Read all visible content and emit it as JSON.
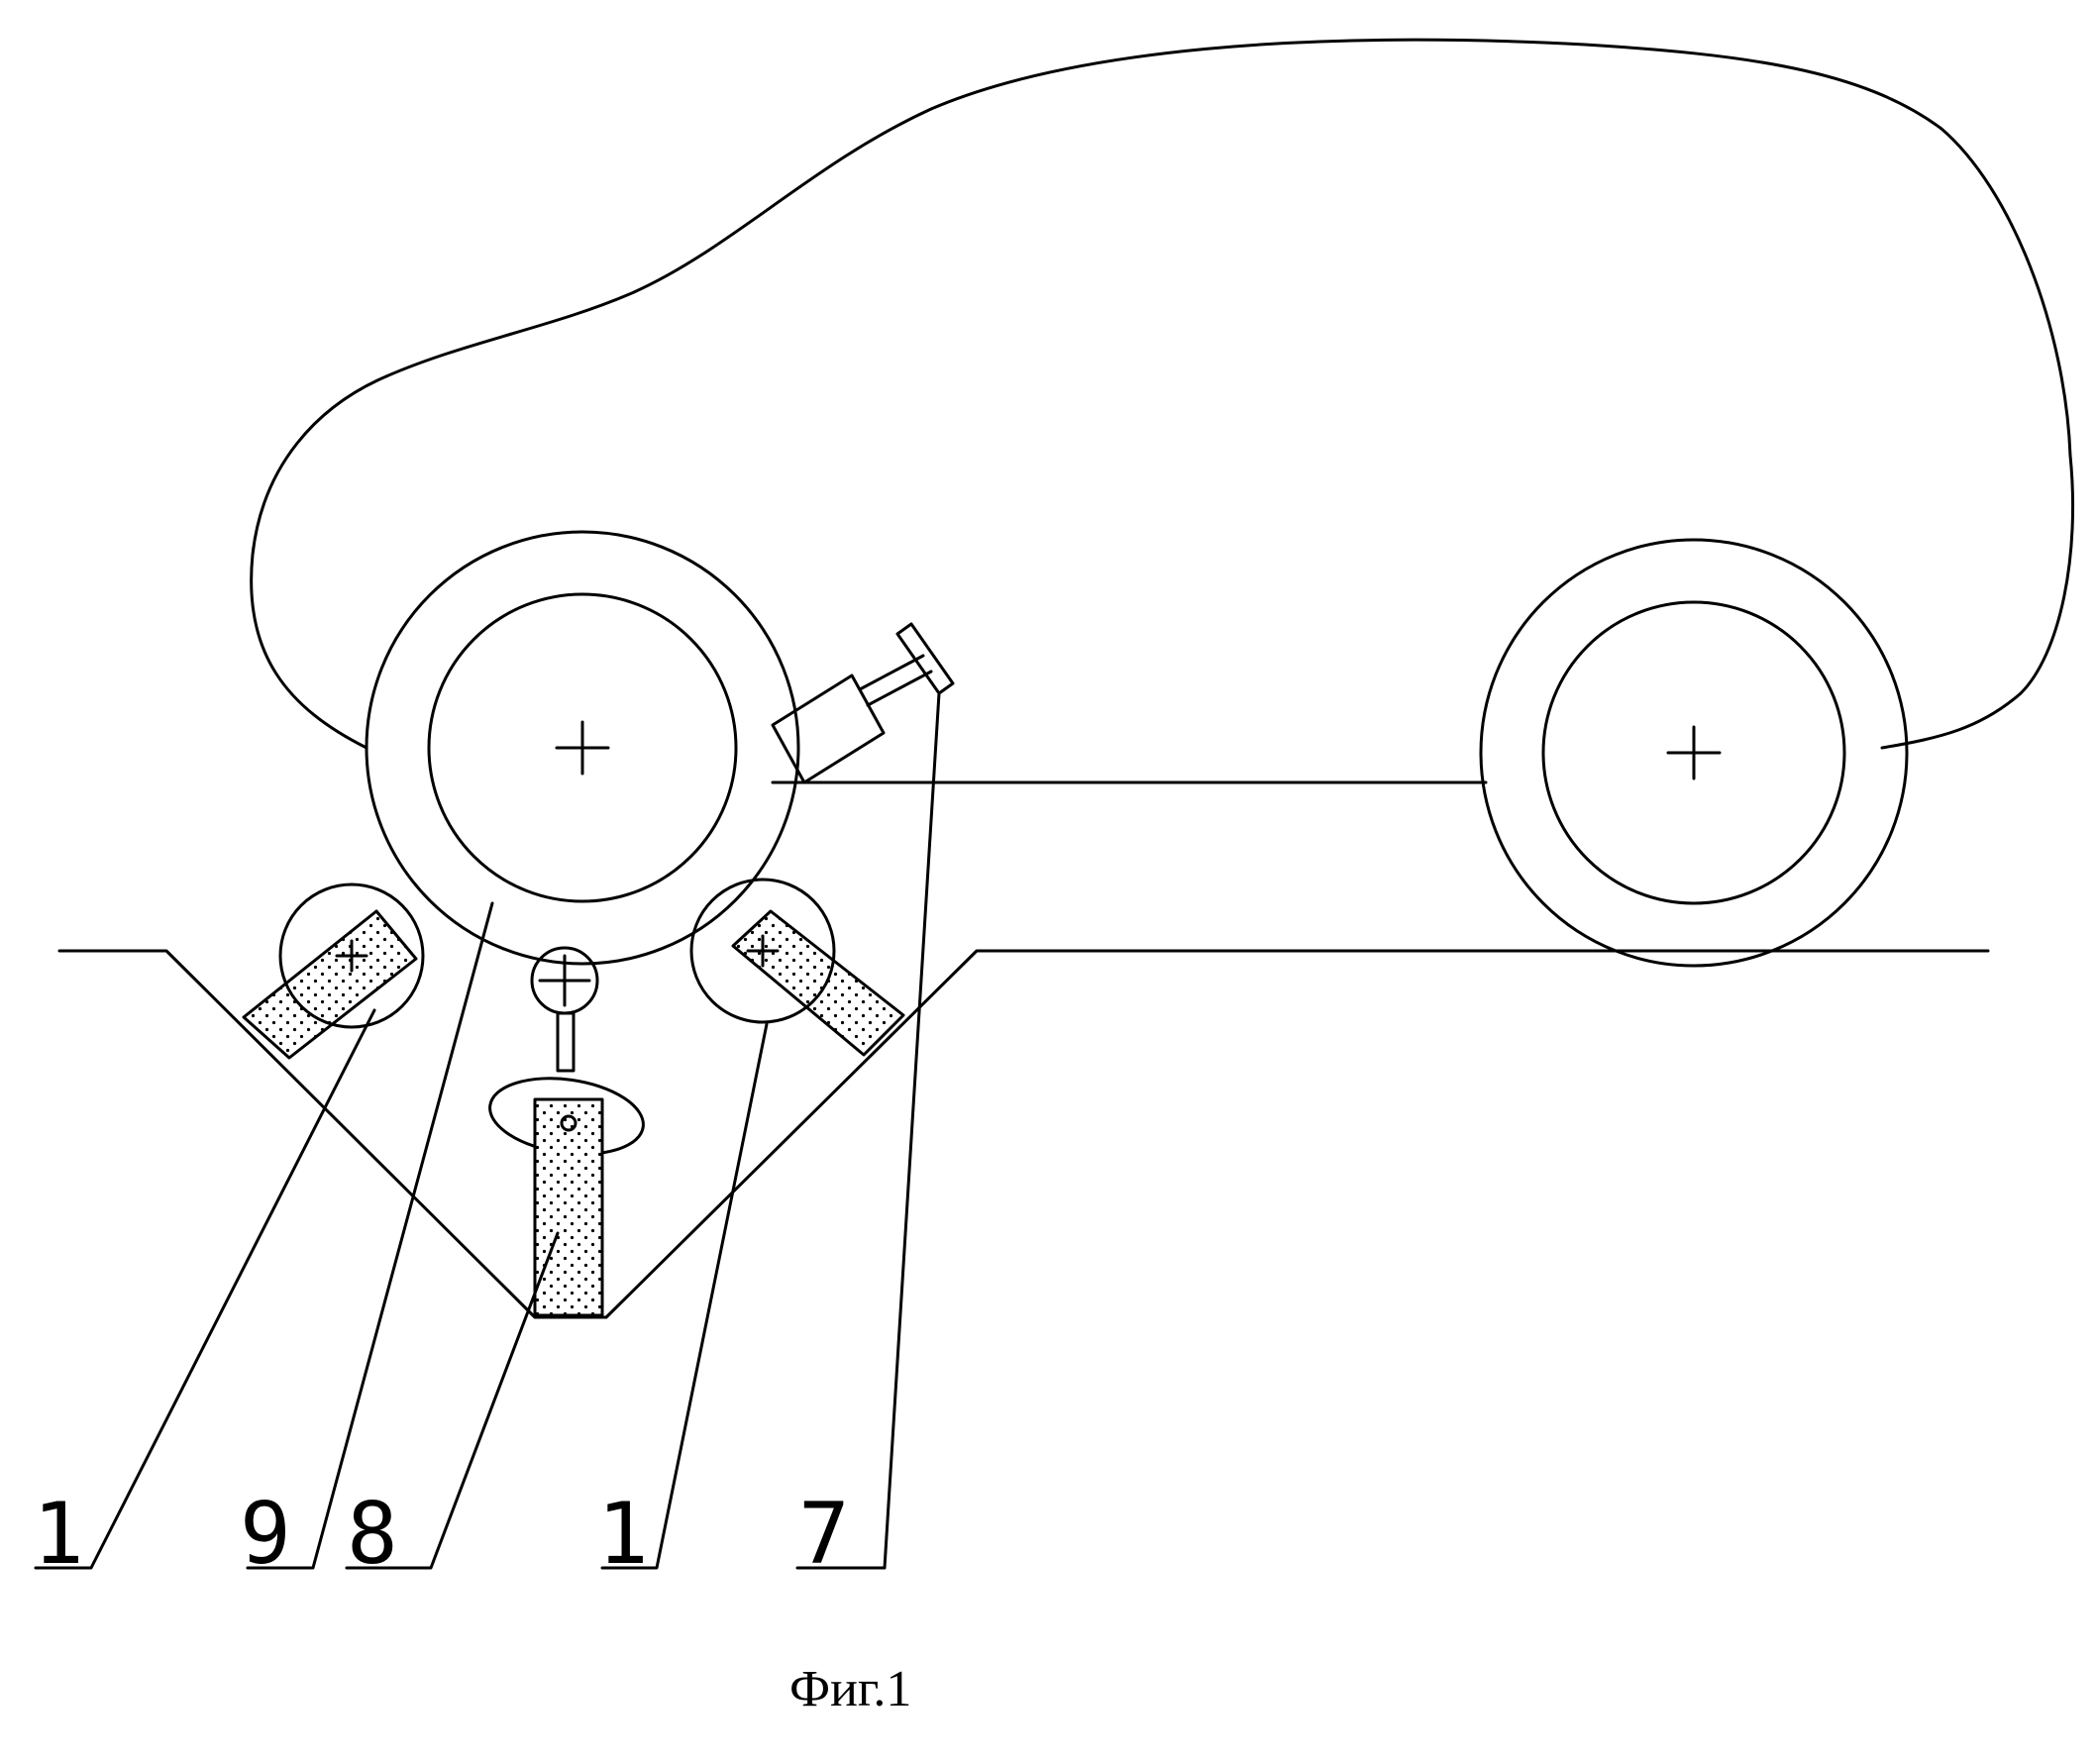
{
  "figure": {
    "caption": "Фиг.1",
    "callouts": [
      {
        "id": "callout-1-left",
        "label": "1"
      },
      {
        "id": "callout-9",
        "label": "9"
      },
      {
        "id": "callout-8",
        "label": "8"
      },
      {
        "id": "callout-1-right",
        "label": "1"
      },
      {
        "id": "callout-7",
        "label": "7"
      }
    ]
  },
  "colors": {
    "line": "#000000",
    "background": "#ffffff",
    "hatch": "#e6e6e6"
  }
}
